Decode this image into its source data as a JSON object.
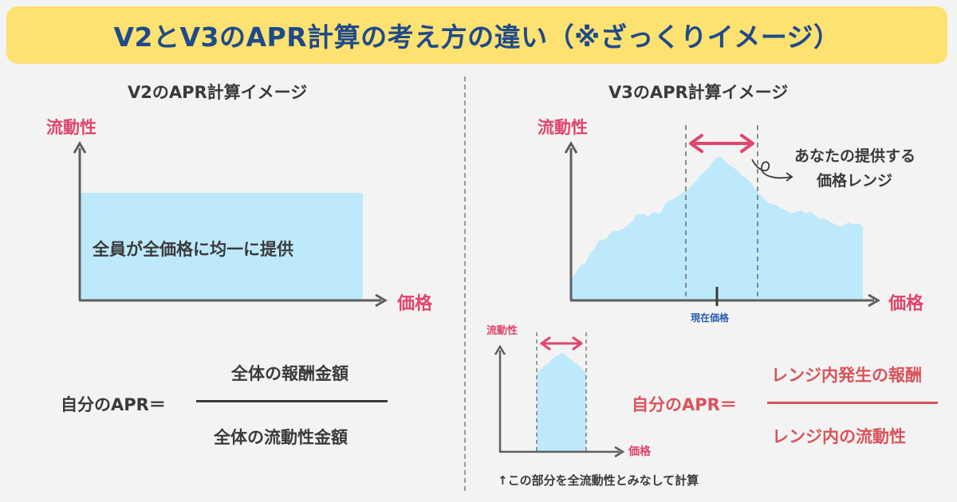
{
  "title": "V2とV3のAPR計算の考え方の違い（※ざっくりイメージ）",
  "v2": {
    "heading": "V2のAPR計算イメージ",
    "y_axis": "流動性",
    "x_axis": "価格",
    "box_text": "全員が全価格に均一に提供",
    "formula_left": "自分のAPR＝",
    "numerator": "全体の報酬金額",
    "denominator": "全体の流動性金額"
  },
  "v3": {
    "heading": "V3のAPR計算イメージ",
    "y_axis": "流動性",
    "x_axis": "価格",
    "range_label_1": "あなたの提供する",
    "range_label_2": "価格レンジ",
    "current_price": "現在価格",
    "small_y_axis": "流動性",
    "small_x_axis": "価格",
    "formula_left": "自分のAPR＝",
    "numerator": "レンジ内発生の報酬",
    "denominator": "レンジ内の流動性",
    "note": "↑この部分を全流動性とみなして計算"
  },
  "colors": {
    "title_bg": "#fde171",
    "title_text": "#1f4a8a",
    "fill": "#bde9fb",
    "axis": "#5f5f5f",
    "accent_pink": "#e0456b",
    "formula_red": "#d9545b",
    "current_price_blue": "#2a5db0"
  }
}
